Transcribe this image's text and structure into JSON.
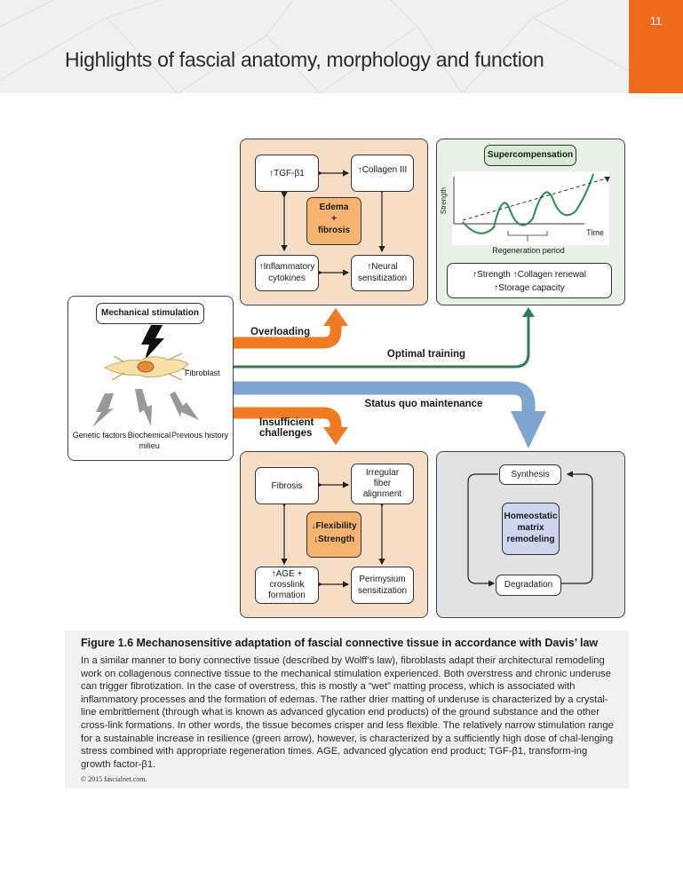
{
  "header": {
    "title": "Highlights of fascial anatomy, morphology and function",
    "page_number": "11"
  },
  "colors": {
    "accent_orange": "#ef6a1c",
    "panel_peach": "#f7dcc6",
    "panel_green": "#e7f1e6",
    "panel_gray": "#e2e2e2",
    "green_arrow": "#2e7d52",
    "blue_arrow": "#7ea5cf"
  },
  "figure": {
    "edema_panel": {
      "tgf": "↑TGF-β1",
      "collagen": "↑Collagen III",
      "center": [
        "Edema",
        "+",
        "fibrosis"
      ],
      "inflammatory": [
        "↑Inflammatory",
        "cytokines"
      ],
      "neural": [
        "↑Neural",
        "sensitization"
      ]
    },
    "super_panel": {
      "title": "Supercompensation",
      "y_axis": "Strength",
      "x_axis": "Time",
      "regen": "Regeneration period",
      "strength_line1": "↑Strength ↑Collagen renewal",
      "strength_line2": "↑Storage capacity"
    },
    "stim_panel": {
      "title": "Mechanical stimulation",
      "fibroblast": "Fibroblast",
      "genetic": "Genetic factors",
      "biochemical": [
        "Biochemical",
        "milieu"
      ],
      "previous": "Previous history"
    },
    "arrows": {
      "overloading": "Overloading",
      "optimal": "Optimal training",
      "status_quo": "Status quo maintenance",
      "insufficient": [
        "Insufficient",
        "challenges"
      ]
    },
    "fibrosis_panel": {
      "fibrosis": "Fibrosis",
      "irregular": [
        "Irregular",
        "fiber",
        "alignment"
      ],
      "center": [
        "↓Flexibility",
        "↓Strength"
      ],
      "age": [
        "↑AGE +",
        "crosslink",
        "formation"
      ],
      "perimysium": [
        "Perimysium",
        "sensitization"
      ]
    },
    "homeo_panel": {
      "synthesis": "Synthesis",
      "center": [
        "Homeostatic",
        "matrix",
        "remodeling"
      ],
      "degradation": "Degradation"
    }
  },
  "caption": {
    "title": "Figure 1.6 Mechanosensitive adaptation of fascial connective tissue in accordance with Davis’ law",
    "body": "In a similar manner to bony connective tissue (described by Wolff’s law), fibroblasts adapt their architectural remodeling work on collagenous connective tissue to the mechanical stimulation experienced. Both overstress and chronic underuse can trigger fibrotization. In the case of overstress, this is mostly a “wet” matting process, which is associated with inflammatory processes and the formation of edemas. The rather drier matting of underuse is characterized by a crystal-line embrittlement (through what is known as advanced glycation end products) of the ground substance and the other cross-link formations. In other words, the tissue becomes crisper and less flexible. The relatively narrow stimulation range for a sustainable increase in resilience (green arrow), however, is characterized by a sufficiently high dose of chal-lenging stress combined with appropriate regeneration times. AGE, advanced glycation end product; TGF-β1, transform-ing growth factor-β1.",
    "copyright": "© 2015 fascialnet.com."
  }
}
